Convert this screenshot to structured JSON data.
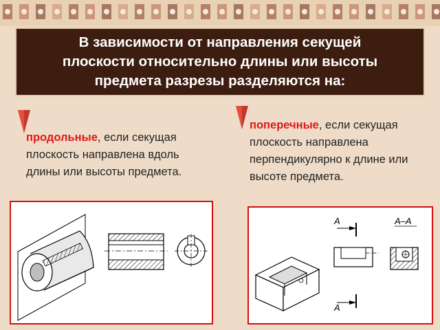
{
  "title": "В зависимости от направления секущей\nплоскости относительно длины или высоты\nпредмета разрезы разделяются на:",
  "left_item": {
    "keyword": "продольные",
    "text": ", если секущая плоскость направлена вдоль длины или высоты предмета."
  },
  "right_item": {
    "keyword": "поперечные",
    "text": ", если секущая плоскость направлена перпендикулярно к длине или высоте предмета."
  },
  "right_drawing": {
    "label_top": "А",
    "label_bottom": "А",
    "section_label": "А–А"
  },
  "colors": {
    "title_bg": "#3c1d10",
    "accent": "#e01818",
    "background": "#efdcc8"
  }
}
